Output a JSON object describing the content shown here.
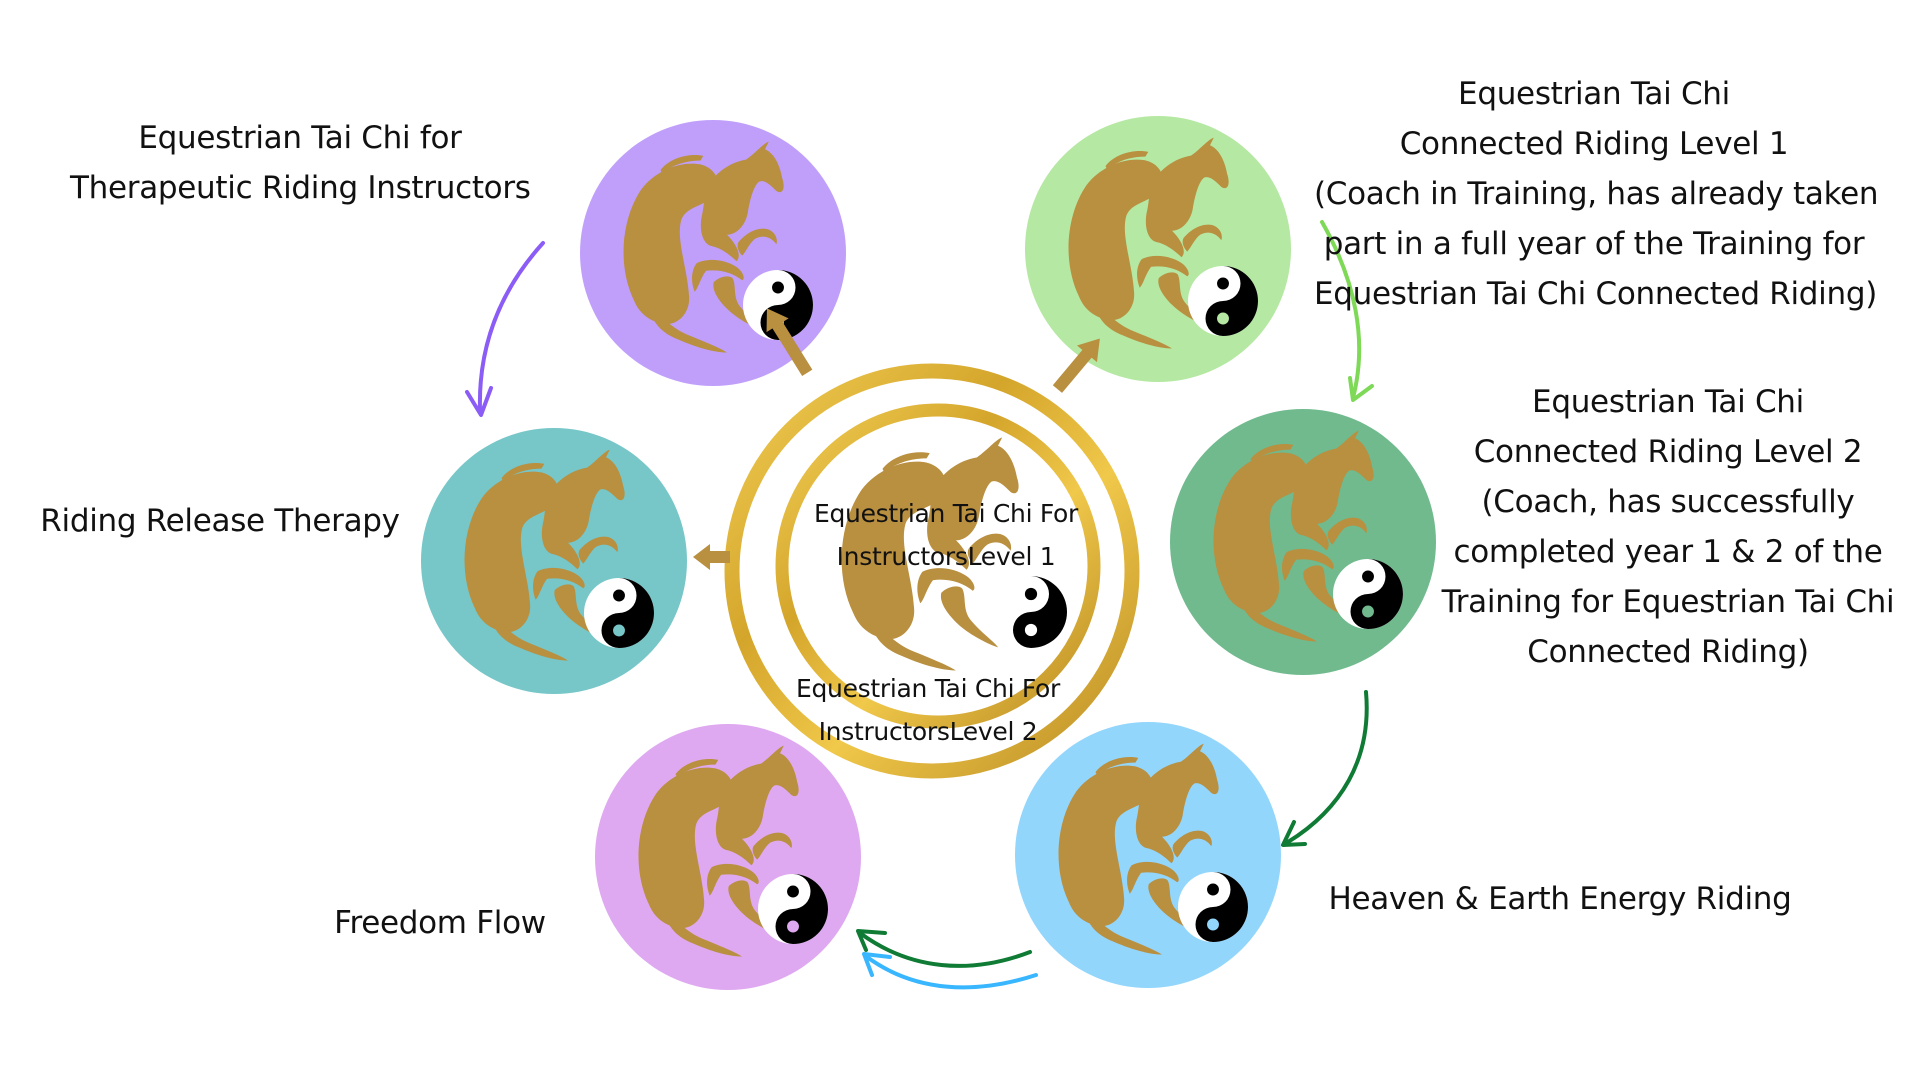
{
  "colors": {
    "gold": "#B98F40",
    "gold_ring_light": "#E3B93B",
    "gold_ring_dark": "#B8860B",
    "yin": "#000000",
    "yang": "#FFFFFF",
    "arrow_purple": "#8B5CF6",
    "arrow_light_green": "#7ED957",
    "arrow_dark_green": "#0F7B34",
    "arrow_light_blue": "#38B6FF"
  },
  "center": {
    "label_level1": [
      "Equestrian Tai Chi For",
      "InstructorsLevel 1"
    ],
    "label_level2": [
      "Equestrian Tai Chi For",
      "InstructorsLevel 2"
    ]
  },
  "nodes": [
    {
      "id": "therapeutic",
      "color": "#C09FFB",
      "label": [
        "Equestrian Tai Chi for",
        "Therapeutic Riding Instructors"
      ]
    },
    {
      "id": "connected-level-1",
      "color": "#B5E8A2",
      "label": [
        "Equestrian Tai Chi",
        "Connected Riding Level 1",
        "(Coach in Training, has already taken",
        "part in a full year of the Training for",
        "Equestrian Tai Chi Connected Riding)"
      ]
    },
    {
      "id": "riding-release",
      "color": "#77C6C8",
      "label": [
        "Riding Release Therapy"
      ]
    },
    {
      "id": "connected-level-2",
      "color": "#70BA8E",
      "label": [
        "Equestrian Tai Chi",
        "Connected Riding Level 2",
        "(Coach, has successfully",
        "completed year 1 & 2 of the",
        "Training for Equestrian Tai Chi",
        "Connected Riding)"
      ]
    },
    {
      "id": "freedom-flow",
      "color": "#DEA9F0",
      "label": [
        "Freedom Flow"
      ]
    },
    {
      "id": "heaven-earth",
      "color": "#93D6FC",
      "label": [
        "Heaven & Earth Energy Riding"
      ]
    }
  ],
  "connections": [
    {
      "from": "center",
      "to": "therapeutic",
      "style": "gold-arrow"
    },
    {
      "from": "center",
      "to": "connected-level-1",
      "style": "gold-arrow"
    },
    {
      "from": "center",
      "to": "riding-release",
      "style": "gold-arrow"
    },
    {
      "from": "therapeutic",
      "to": "riding-release",
      "style": "curved",
      "color": "#8B5CF6"
    },
    {
      "from": "connected-level-1",
      "to": "connected-level-2",
      "style": "curved",
      "color": "#7ED957"
    },
    {
      "from": "connected-level-2",
      "to": "heaven-earth",
      "style": "curved",
      "color": "#0F7B34"
    },
    {
      "from": "heaven-earth",
      "to": "freedom-flow",
      "style": "curved",
      "color": "#0F7B34"
    },
    {
      "from": "heaven-earth",
      "to": "freedom-flow",
      "style": "curved",
      "color": "#38B6FF"
    }
  ]
}
